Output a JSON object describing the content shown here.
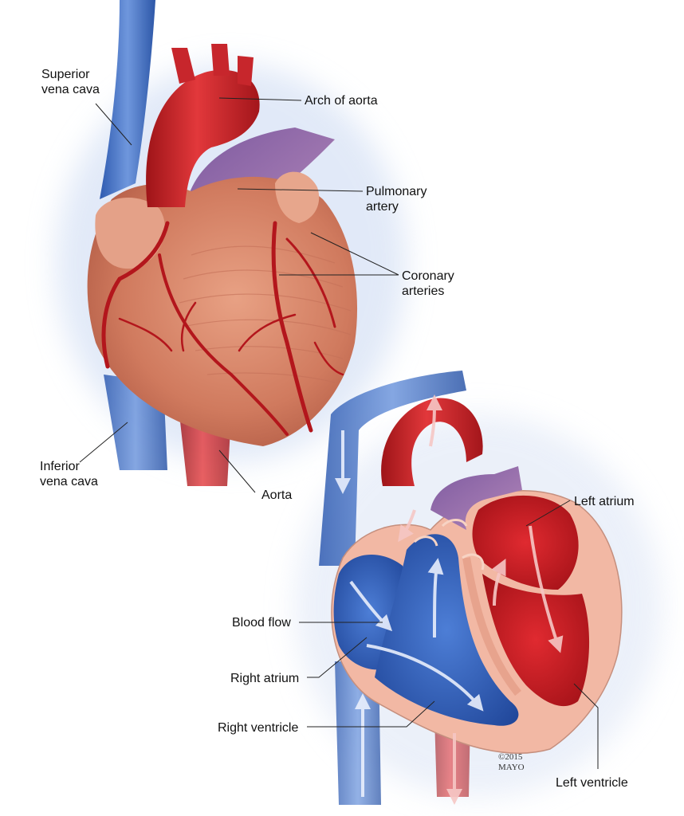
{
  "labels": {
    "superior_vena_cava": [
      "Superior",
      "vena cava"
    ],
    "arch_of_aorta": "Arch of aorta",
    "pulmonary_artery": [
      "Pulmonary",
      "artery"
    ],
    "coronary_arteries": [
      "Coronary",
      "arteries"
    ],
    "inferior_vena_cava": [
      "Inferior",
      "vena cava"
    ],
    "aorta": "Aorta",
    "left_atrium": "Left atrium",
    "blood_flow": "Blood flow",
    "right_atrium": "Right atrium",
    "right_ventricle": "Right ventricle",
    "left_ventricle": "Left ventricle"
  },
  "credit": [
    "©2015",
    "MAYO"
  ],
  "colors": {
    "background": "#ffffff",
    "vein_blue": "#3f6fc4",
    "artery_red": "#c8202a",
    "muscle": "#d9876c",
    "pulmonary_purple": "#8c67a8",
    "chamber_pink": "#f2b8a4",
    "arrow_white": "#e8eefc"
  }
}
